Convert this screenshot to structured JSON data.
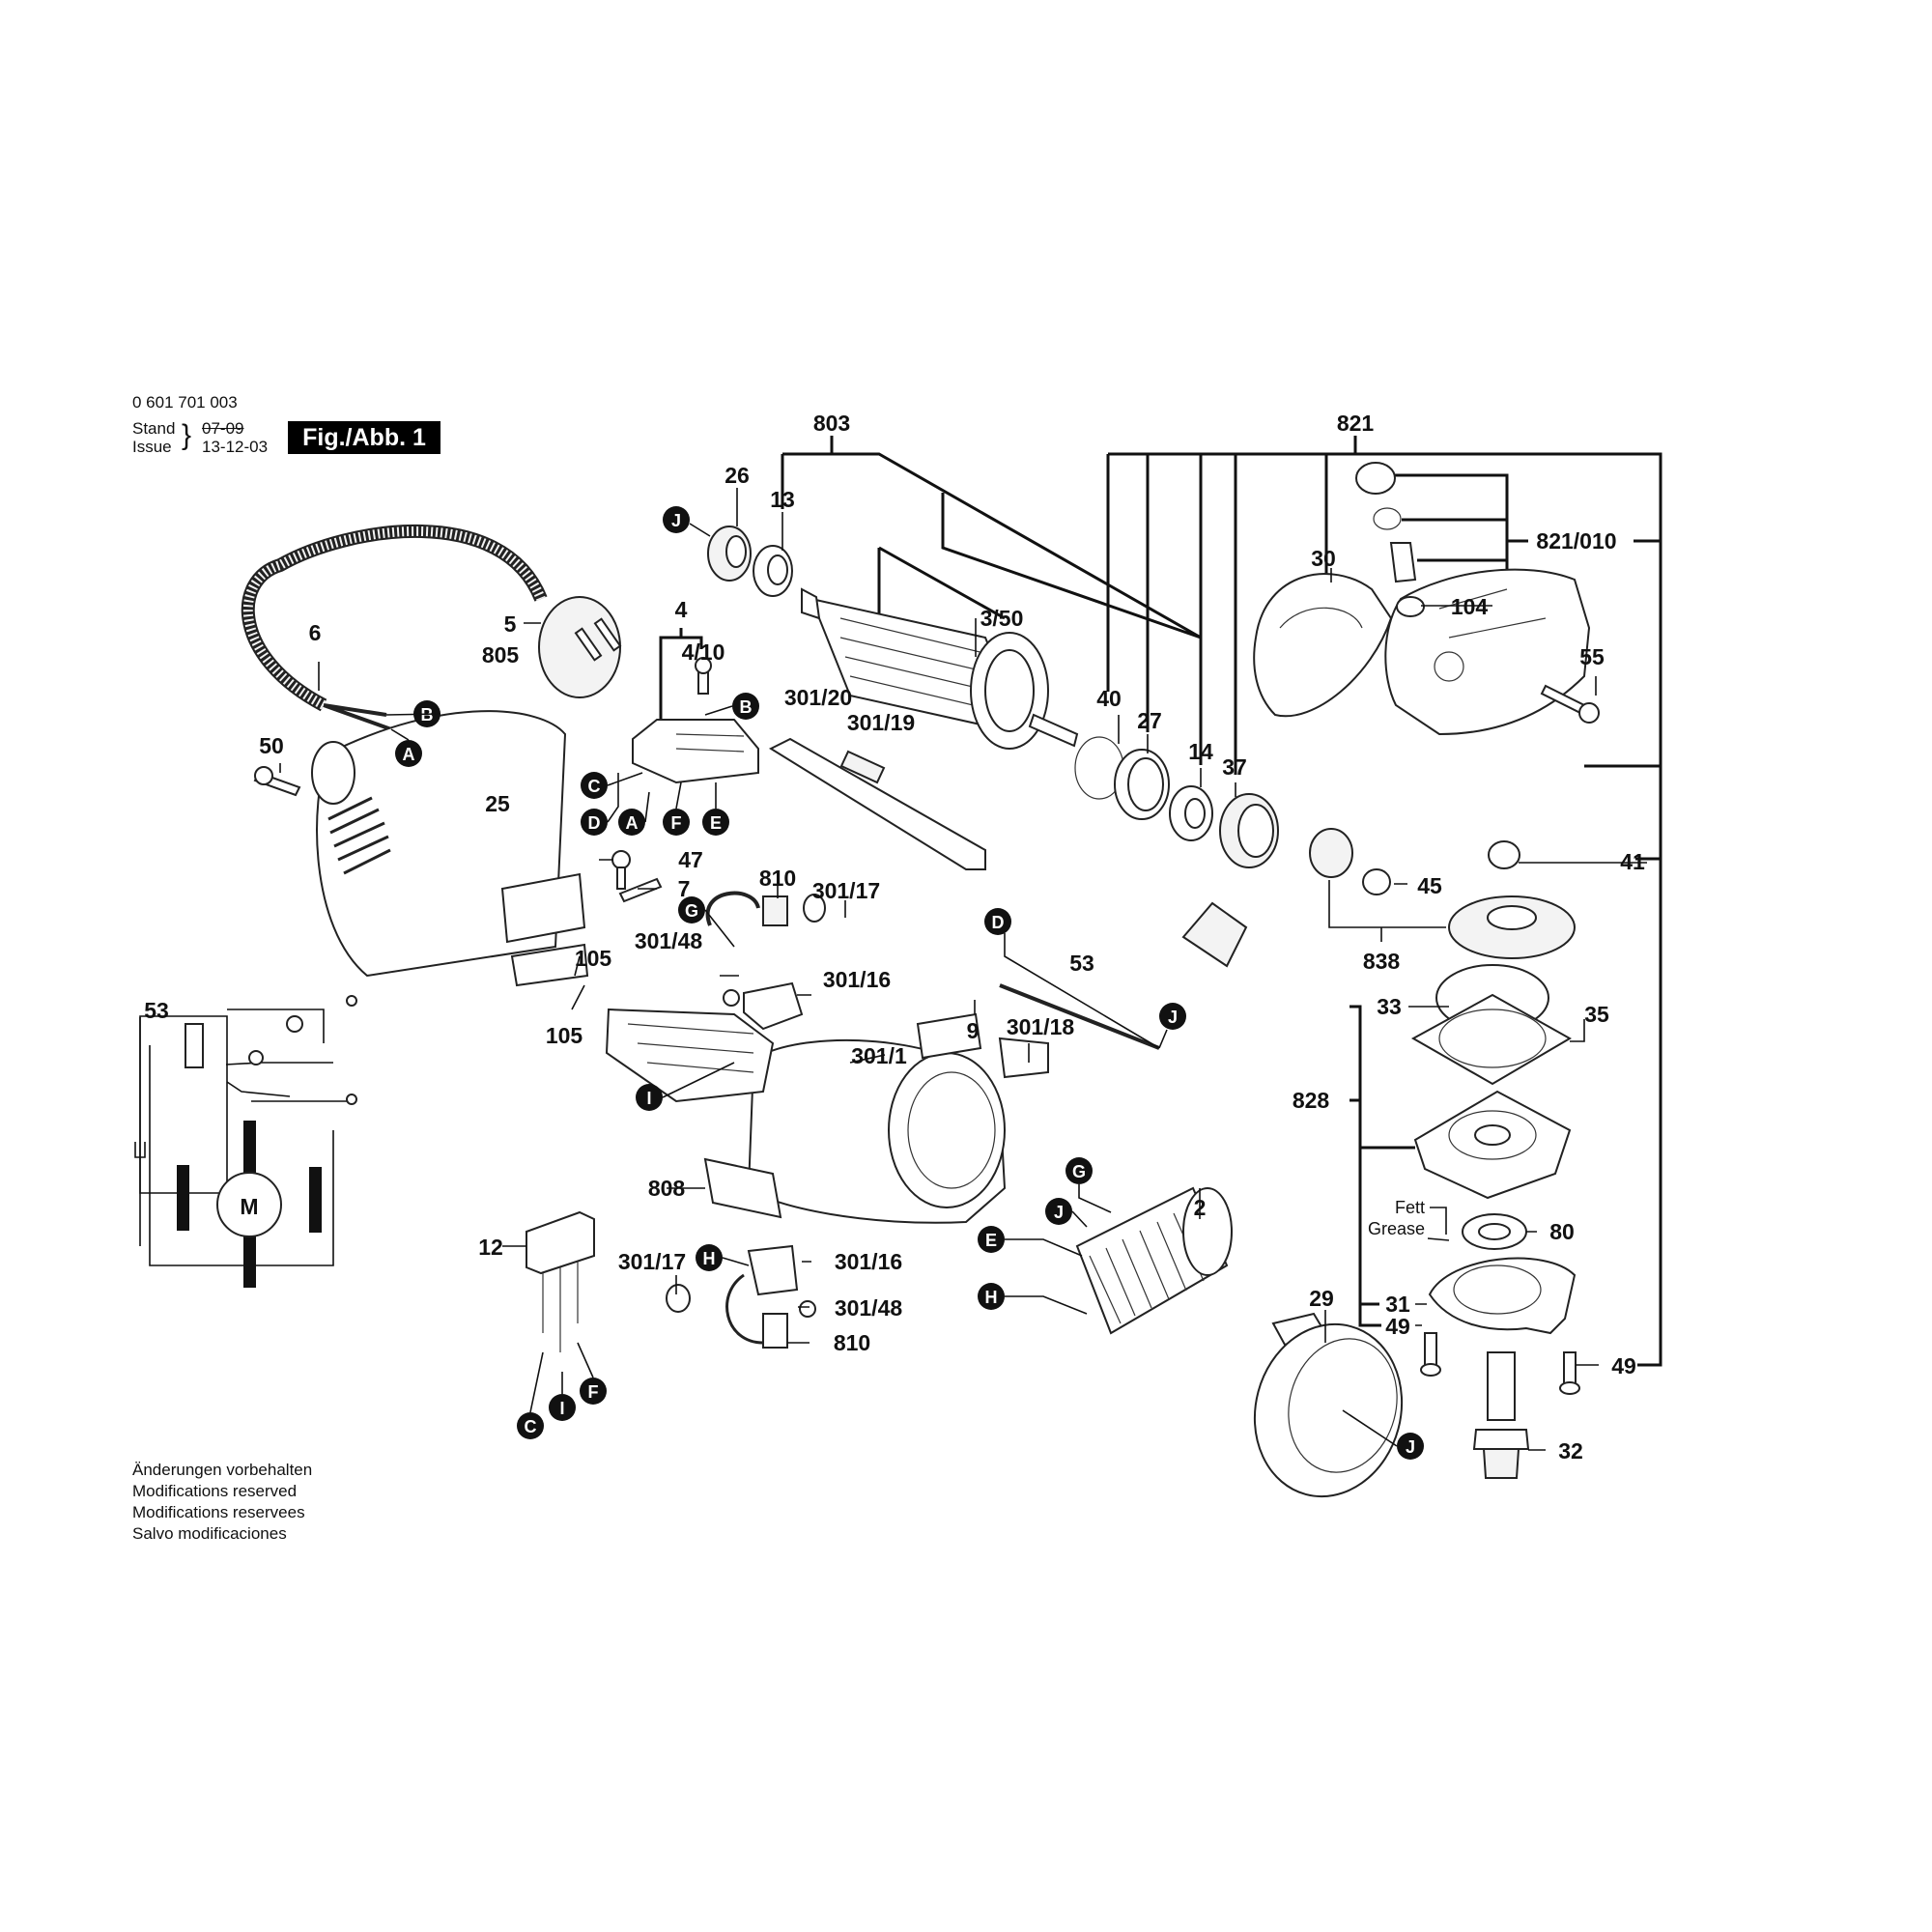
{
  "header": {
    "part_number": "0 601 701 003",
    "stand_label": "Stand",
    "issue_label": "Issue",
    "stand_date_struck": "07-09",
    "issue_date": "13-12-03",
    "figure_label": "Fig./Abb. 1"
  },
  "footer": {
    "lines": [
      "Änderungen vorbehalten",
      "Modifications reserved",
      "Modifications reservees",
      "Salvo modificaciones"
    ]
  },
  "grease_note": {
    "line1": "Fett",
    "line2": "Grease"
  },
  "schematic": {
    "label": "53",
    "motor_symbol": "M"
  },
  "part_labels": {
    "p803": "803",
    "p821": "821",
    "p26": "26",
    "p13": "13",
    "p3_50": "3/50",
    "p30": "30",
    "p821_010": "821/010",
    "p104": "104",
    "p55": "55",
    "p5": "5",
    "p805": "805",
    "p6": "6",
    "p4": "4",
    "p4_10": "4/10",
    "p301_20": "301/20",
    "p301_19": "301/19",
    "p40": "40",
    "p27": "27",
    "p14": "14",
    "p37": "37",
    "p50": "50",
    "p25": "25",
    "p47": "47",
    "p7": "7",
    "p810a": "810",
    "p301_17a": "301/17",
    "p301_48a": "301/48",
    "p301_16a": "301/16",
    "p105a": "105",
    "p105b": "105",
    "p53": "53",
    "p45": "45",
    "p41": "41",
    "p838": "838",
    "p9": "9",
    "p301_1": "301/1",
    "p301_18": "301/18",
    "p33": "33",
    "p35": "35",
    "p828": "828",
    "p808": "808",
    "p12": "12",
    "p301_17b": "301/17",
    "p301_16b": "301/16",
    "p301_48b": "301/48",
    "p810b": "810",
    "p2": "2",
    "p80": "80",
    "p29": "29",
    "p31": "31",
    "p49a": "49",
    "p49b": "49",
    "p32": "32"
  },
  "connectors": {
    "J1": "J",
    "B1": "B",
    "A1": "A",
    "B2": "B",
    "C1": "C",
    "D1": "D",
    "A2": "A",
    "F1": "F",
    "E1": "E",
    "G1": "G",
    "D2": "D",
    "J2": "J",
    "I1": "I",
    "G2": "G",
    "J3": "J",
    "E2": "E",
    "H1": "H",
    "H2": "H",
    "C2": "C",
    "I2": "I",
    "F2": "F",
    "J4": "J"
  }
}
